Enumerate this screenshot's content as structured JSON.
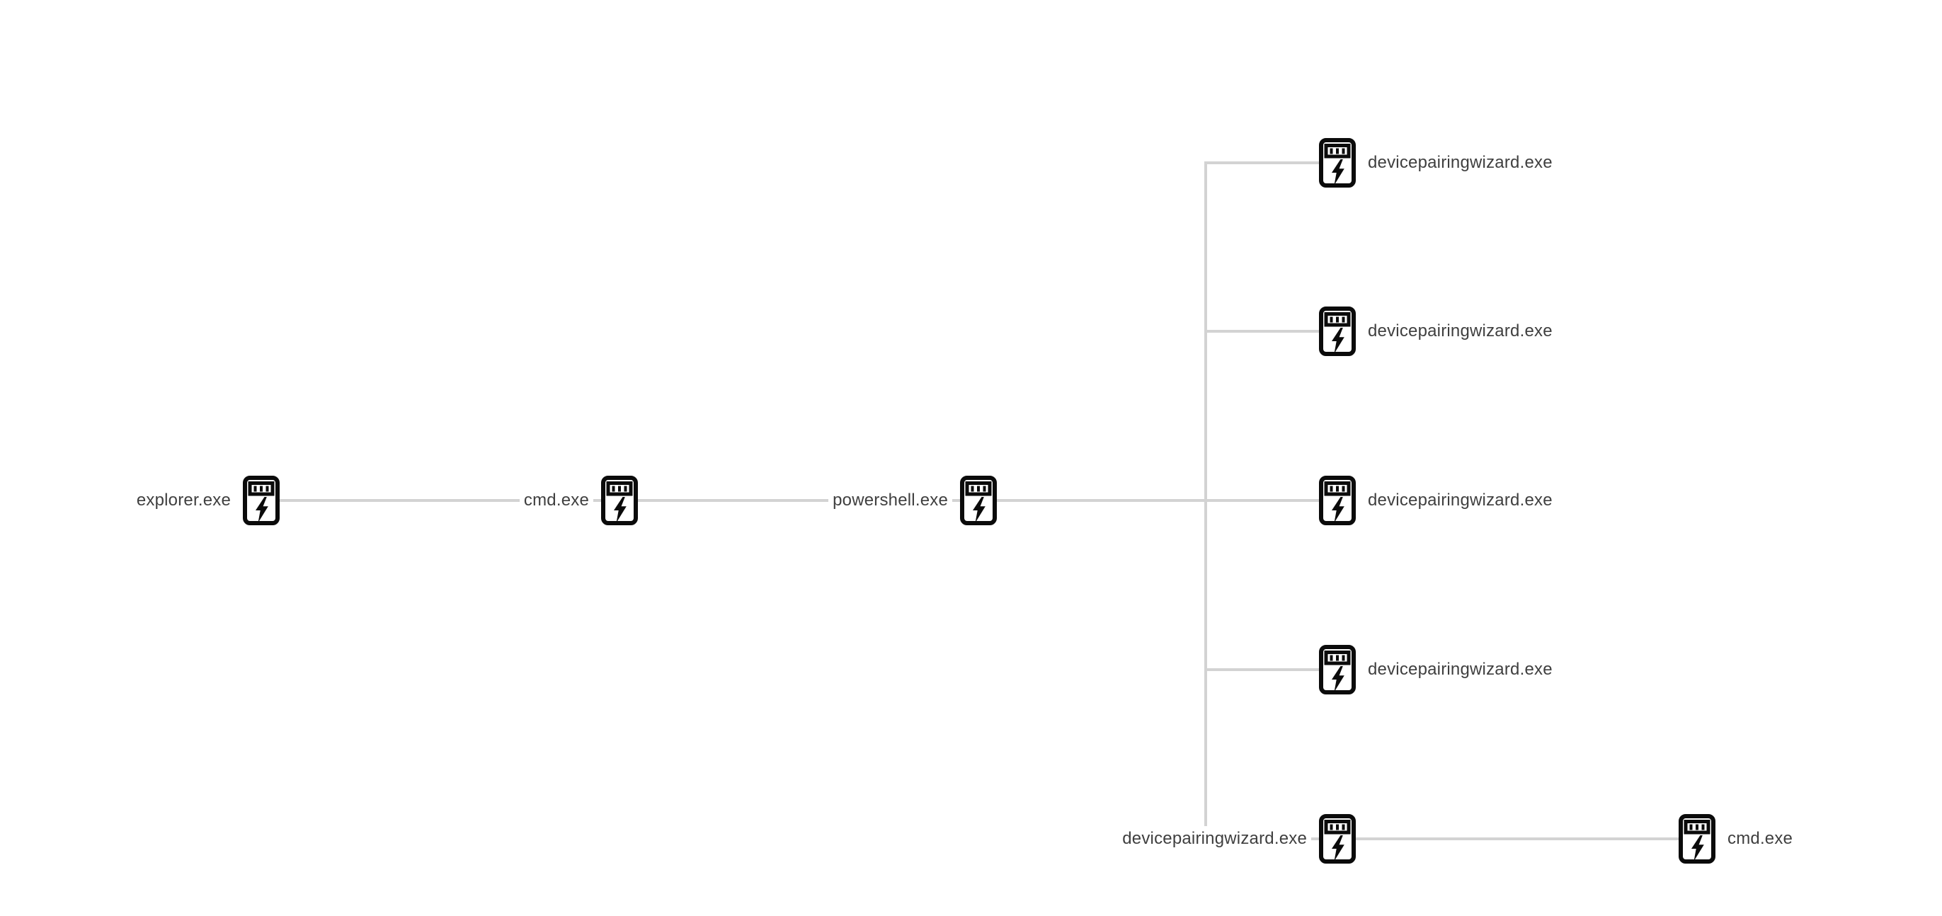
{
  "diagram": {
    "type": "process-tree",
    "background_color": "#ffffff",
    "edge_color": "#d3d3d3",
    "label_color": "#3f3f3f",
    "icon_color": "#0b0b0b",
    "icon_name": "executable-process-icon",
    "nodes": [
      {
        "id": "explorer.exe",
        "label": "explorer.exe",
        "parent": null
      },
      {
        "id": "cmd.exe-1",
        "label": "cmd.exe",
        "parent": "explorer.exe"
      },
      {
        "id": "powershell.exe",
        "label": "powershell.exe",
        "parent": "cmd.exe-1"
      },
      {
        "id": "devicepairingwizard-1",
        "label": "devicepairingwizard.exe",
        "parent": "powershell.exe"
      },
      {
        "id": "devicepairingwizard-2",
        "label": "devicepairingwizard.exe",
        "parent": "powershell.exe"
      },
      {
        "id": "devicepairingwizard-3",
        "label": "devicepairingwizard.exe",
        "parent": "powershell.exe"
      },
      {
        "id": "devicepairingwizard-4",
        "label": "devicepairingwizard.exe",
        "parent": "powershell.exe"
      },
      {
        "id": "devicepairingwizard-5",
        "label": "devicepairingwizard.exe",
        "parent": "powershell.exe"
      },
      {
        "id": "cmd.exe-2",
        "label": "cmd.exe",
        "parent": "devicepairingwizard-5"
      }
    ],
    "edges": [
      {
        "from": "explorer.exe",
        "to": "cmd.exe-1"
      },
      {
        "from": "cmd.exe-1",
        "to": "powershell.exe"
      },
      {
        "from": "powershell.exe",
        "to": "devicepairingwizard-1"
      },
      {
        "from": "powershell.exe",
        "to": "devicepairingwizard-2"
      },
      {
        "from": "powershell.exe",
        "to": "devicepairingwizard-3"
      },
      {
        "from": "powershell.exe",
        "to": "devicepairingwizard-4"
      },
      {
        "from": "powershell.exe",
        "to": "devicepairingwizard-5"
      },
      {
        "from": "devicepairingwizard-5",
        "to": "cmd.exe-2"
      }
    ]
  }
}
